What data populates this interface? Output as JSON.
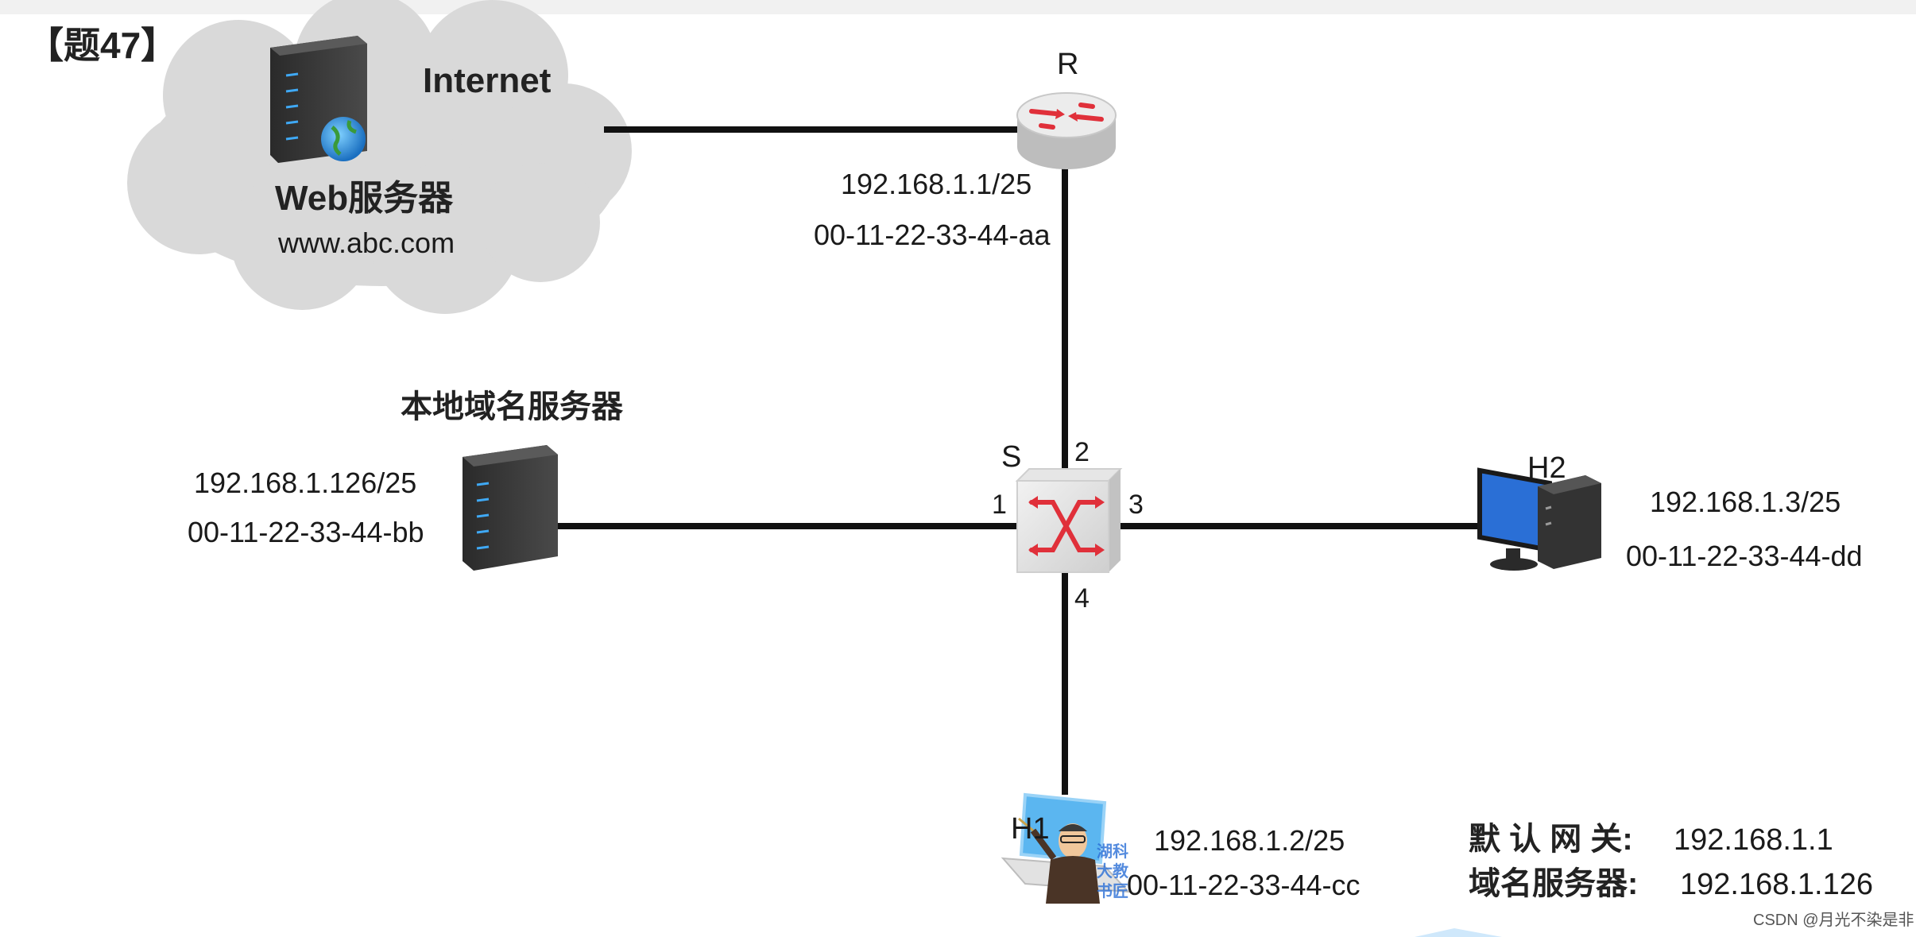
{
  "title": "【题47】",
  "internet": {
    "cloud_label": "Internet",
    "web_server_label": "Web服务器",
    "web_server_domain": "www.abc.com"
  },
  "router": {
    "name": "R",
    "ip": "192.168.1.1/25",
    "mac": "00-11-22-33-44-aa"
  },
  "switch": {
    "name": "S",
    "ports": [
      "1",
      "2",
      "3",
      "4"
    ]
  },
  "dns_server": {
    "label": "本地域名服务器",
    "ip": "192.168.1.126/25",
    "mac": "00-11-22-33-44-bb"
  },
  "h1": {
    "name": "H1",
    "ip": "192.168.1.2/25",
    "mac": "00-11-22-33-44-cc",
    "logo_text": "湖科大教书匠"
  },
  "h2": {
    "name": "H2",
    "ip": "192.168.1.3/25",
    "mac": "00-11-22-33-44-dd"
  },
  "config": {
    "gateway_label": "默 认 网 关:",
    "gateway_value": "192.168.1.1",
    "dns_label": "域名服务器:",
    "dns_value": "192.168.1.126"
  },
  "watermark": "CSDN @月光不染是非",
  "colors": {
    "link": "#111111",
    "arrow_red": "#e0303a",
    "cloud": "#d9d9d9"
  }
}
